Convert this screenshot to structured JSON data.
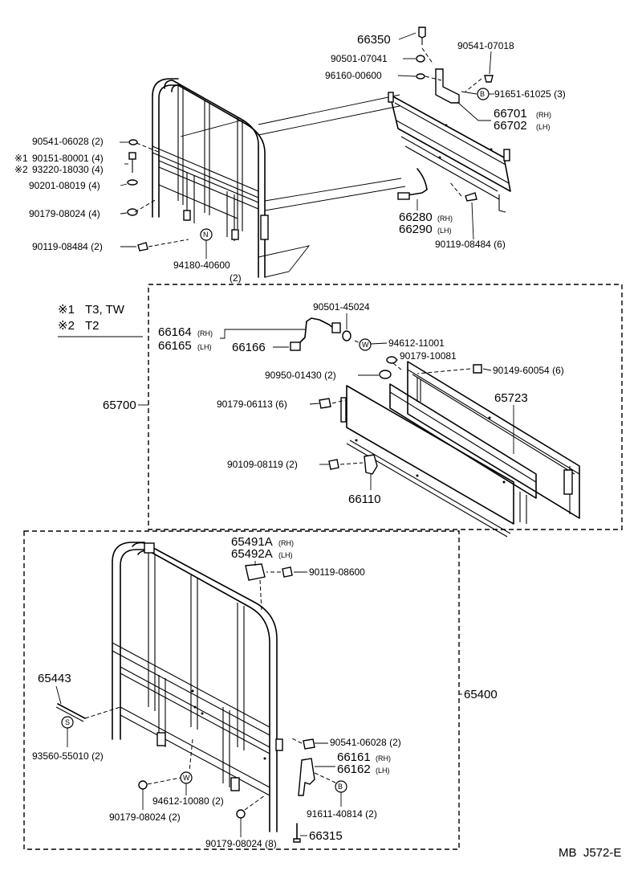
{
  "figure_id": "MB  J572-E",
  "notes": [
    {
      "mark": "※1",
      "text": "T3, TW"
    },
    {
      "mark": "※2",
      "text": "T2"
    }
  ],
  "suffix": {
    "rh": "(RH)",
    "lh": "(LH)"
  },
  "symbols": {
    "n": "N",
    "b": "B",
    "w": "W",
    "s": "S"
  },
  "groups": {
    "side_panel": "65700",
    "headboard": "65400"
  },
  "top_section": {
    "p66350": "66350",
    "p90501_07041": "90501-07041",
    "p96160": "96160-00600",
    "p90541_07018": "90541-07018",
    "p91651": "91651-61025 (3)",
    "p66701": "66701",
    "p66702": "66702",
    "p90541_06028": "90541-06028 (2)",
    "p90151": "90151-80001 (4)",
    "p93220": "93220-18030 (4)",
    "p90201": "90201-08019 (4)",
    "p90179_08024": "90179-08024 (4)",
    "p90119_08484_2": "90119-08484 (2)",
    "p94180": "94180-40600",
    "p94180_qty": "(2)",
    "p66280": "66280",
    "p66290": "66290",
    "p90119_08484_6": "90119-08484 (6)"
  },
  "middle_section": {
    "p90501_45024": "90501-45024",
    "p66164": "66164",
    "p66165": "66165",
    "p66166": "66166",
    "p94612_11001": "94612-11001",
    "p90179_10081": "90179-10081",
    "p90950": "90950-01430 (2)",
    "p90149": "90149-60054 (6)",
    "p65723": "65723",
    "p90179_06113": "90179-06113 (6)",
    "p90109": "90109-08119 (2)",
    "p66110": "66110"
  },
  "bottom_section": {
    "p65491A": "65491A",
    "p65492A": "65492A",
    "p90119_08600": "90119-08600",
    "p65443": "65443",
    "p93560": "93560-55010 (2)",
    "p90541_06028": "90541-06028 (2)",
    "p66161": "66161",
    "p66162": "66162",
    "p94612_10080": "94612-10080 (2)",
    "p91611": "91611-40814 (2)",
    "p90179_08024_2": "90179-08024 (2)",
    "p90179_08024_8": "90179-08024 (8)",
    "p66315": "66315"
  }
}
